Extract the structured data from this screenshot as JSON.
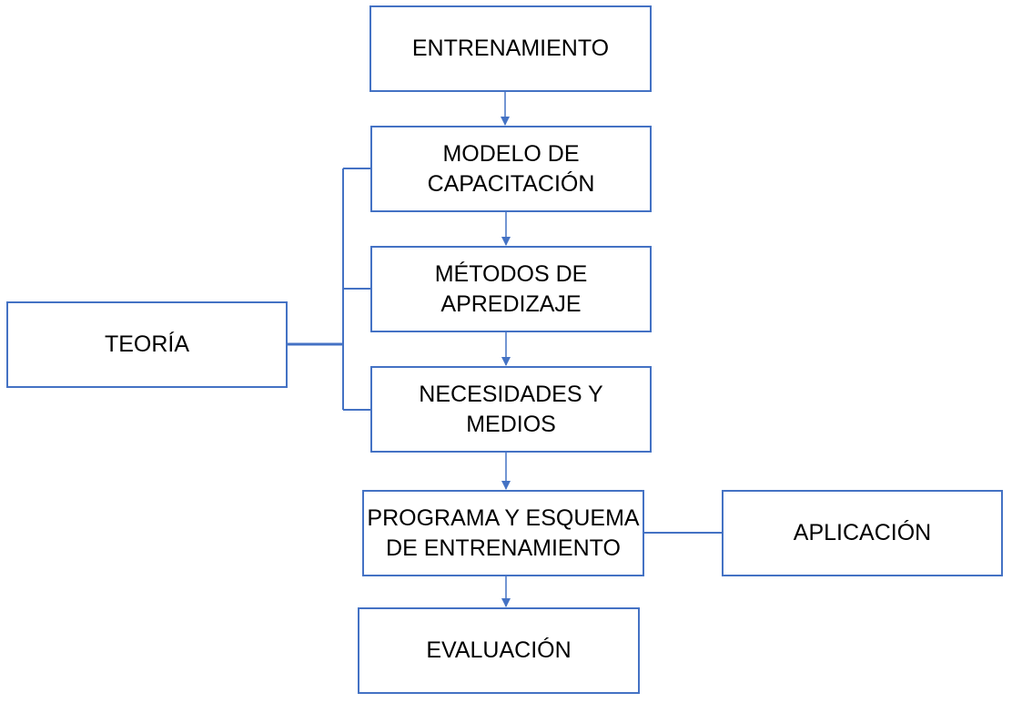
{
  "diagram": {
    "nodes": {
      "entrenamiento": "ENTRENAMIENTO",
      "modelo": "MODELO DE\nCAPACITACIÓN",
      "metodos": "MÉTODOS DE\nAPREDIZAJE",
      "necesidades": "NECESIDADES Y MEDIOS",
      "programa": "PROGRAMA Y ESQUEMA\nDE ENTRENAMIENTO",
      "evaluacion": "EVALUACIÓN",
      "teoria": "TEORÍA",
      "aplicacion": "APLICACIÓN"
    },
    "edges": [
      {
        "from": "entrenamiento",
        "to": "modelo",
        "type": "arrow"
      },
      {
        "from": "modelo",
        "to": "metodos",
        "type": "arrow"
      },
      {
        "from": "metodos",
        "to": "necesidades",
        "type": "arrow"
      },
      {
        "from": "necesidades",
        "to": "programa",
        "type": "arrow"
      },
      {
        "from": "programa",
        "to": "evaluacion",
        "type": "arrow"
      },
      {
        "from": "teoria",
        "to": "modelo",
        "type": "bracket"
      },
      {
        "from": "teoria",
        "to": "metodos",
        "type": "bracket"
      },
      {
        "from": "teoria",
        "to": "necesidades",
        "type": "bracket"
      },
      {
        "from": "programa",
        "to": "aplicacion",
        "type": "line"
      }
    ],
    "colors": {
      "border": "#4472c4",
      "connector": "#4472c4",
      "text": "#000000",
      "background": "#ffffff"
    }
  }
}
